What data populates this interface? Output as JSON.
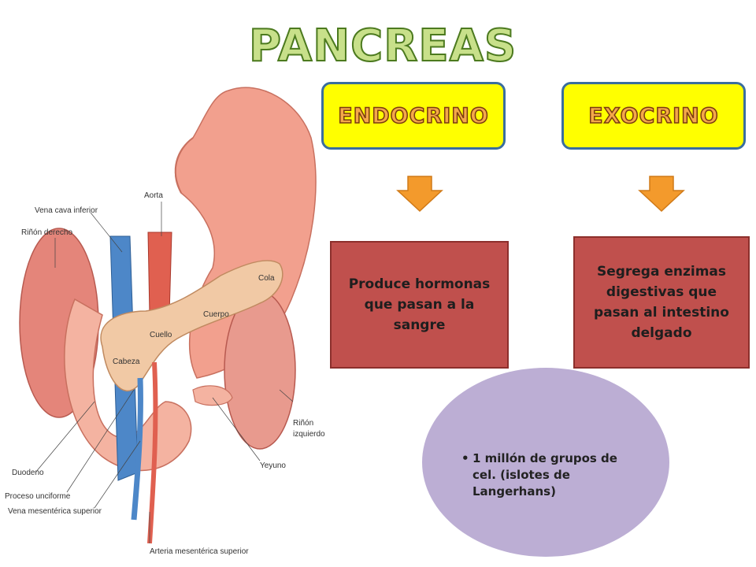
{
  "title": "PANCREAS",
  "left_header": "ENDOCRINO",
  "right_header": "EXOCRINO",
  "left_desc": "Produce hormonas que pasan a la sangre",
  "right_desc": "Segrega enzimas digestivas que pasan al intestino delgado",
  "oval_bullet": "1 millón de grupos de cel. (islotes de Langerhans)",
  "anatomy_labels": {
    "vena_cava": "Vena cava inferior",
    "aorta": "Aorta",
    "rinon_derecho": "Riñón derecho",
    "cola": "Cola",
    "cuerpo": "Cuerpo",
    "cuello": "Cuello",
    "cabeza": "Cabeza",
    "rinon_izq_1": "Riñón",
    "rinon_izq_2": "izquierdo",
    "duodeno": "Duodeno",
    "yeyuno": "Yeyuno",
    "proceso": "Proceso unciforme",
    "vena_mes": "Vena mesentérica superior",
    "arteria_mes": "Arteria mesentérica superior"
  },
  "colors": {
    "header_fill": "#ffff00",
    "header_border": "#3a6e9e",
    "desc_fill": "#c0504d",
    "arrow": "#f39a2c",
    "oval": "#bcaed4"
  }
}
